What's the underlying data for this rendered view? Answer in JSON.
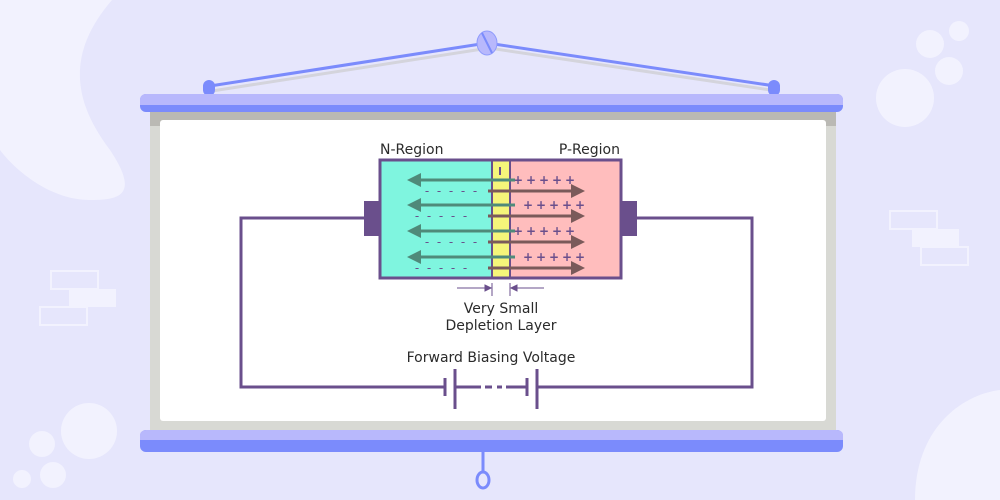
{
  "diagram": {
    "title": "Forward Biased PN Junction",
    "labels": {
      "n_region": "N-Region",
      "p_region": "P-Region",
      "depletion_line1": "Very Small",
      "depletion_line2": "Depletion Layer",
      "voltage": "Forward Biasing Voltage"
    },
    "colors": {
      "background": "#e6e6fc",
      "n_region": "#7ff5df",
      "p_region": "#ffbdbd",
      "depletion": "#f5f57a",
      "wire": "#6a4f8c",
      "electron_arrow": "#4f8a7a",
      "hole_arrow": "#7a5a5a",
      "rail_light": "#b8b8fc",
      "rail_dark": "#7b8bfc"
    },
    "n_rows": 4,
    "p_rows": 4,
    "minus_sign": "-",
    "plus_sign": "+"
  }
}
